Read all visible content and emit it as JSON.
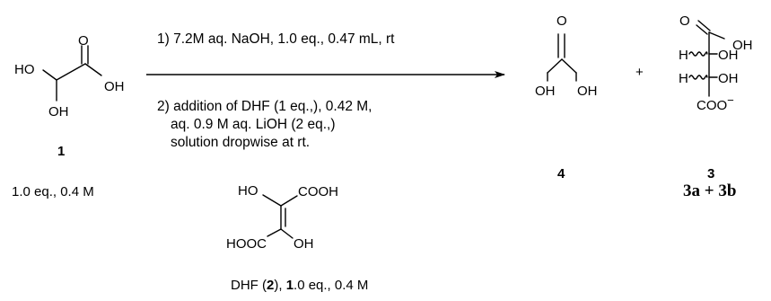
{
  "reaction": {
    "arrow": {
      "condition_line1": "1) 7.2M aq. NaOH, 1.0 eq., 0.47 mL, rt",
      "condition_line2": "2) addition of DHF (1 eq.,), 0.42 M,",
      "condition_line3": "aq. 0.9 M aq. LiOH (2 eq.,)",
      "condition_line4": "solution dropwise at rt."
    },
    "reactant1": {
      "atoms": {
        "o_top": "O",
        "ho_left": "HO",
        "oh_right": "OH",
        "oh_bottom": "OH"
      },
      "label": "1",
      "amount": "1.0 eq., 0.4 M"
    },
    "reagent2": {
      "atoms": {
        "ho_top": "HO",
        "cooh_top": "COOH",
        "hooc_bottom": "HOOC",
        "oh_bottom": "OH"
      },
      "caption_prefix": "DHF (",
      "caption_label": "2",
      "caption_middle": "), ",
      "caption_bold_num": "1",
      "caption_suffix": ".0 eq., 0.4 M"
    },
    "product4": {
      "atoms": {
        "o_top": "O",
        "oh_left": "OH",
        "oh_right": "OH"
      },
      "label": "4"
    },
    "plus_sign": "+",
    "product3": {
      "atoms": {
        "o_top": "O",
        "oh_top": "OH",
        "h1": "H",
        "oh1": "OH",
        "h2": "H",
        "oh2": "OH",
        "coo": "COO",
        "charge": "−"
      },
      "label": "3",
      "sublabel": "3a + 3b"
    }
  }
}
